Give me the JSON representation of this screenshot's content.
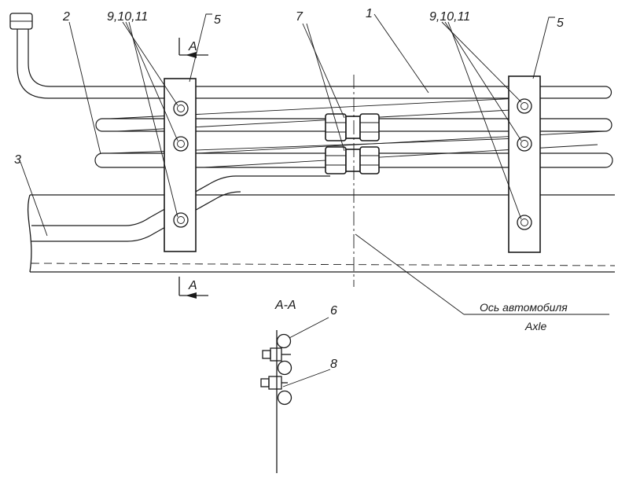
{
  "labels": {
    "part1": "1",
    "part2": "2",
    "part3": "3",
    "part5_left": "5",
    "part5_right": "5",
    "part6": "6",
    "part7": "7",
    "part8": "8",
    "fasteners_left": "9,10,11",
    "fasteners_right": "9,10,11",
    "section_top": "A",
    "section_bottom": "A",
    "section_view": "A-A",
    "axle_ru": "Ось автомобиля",
    "axle_en": "Axle"
  }
}
